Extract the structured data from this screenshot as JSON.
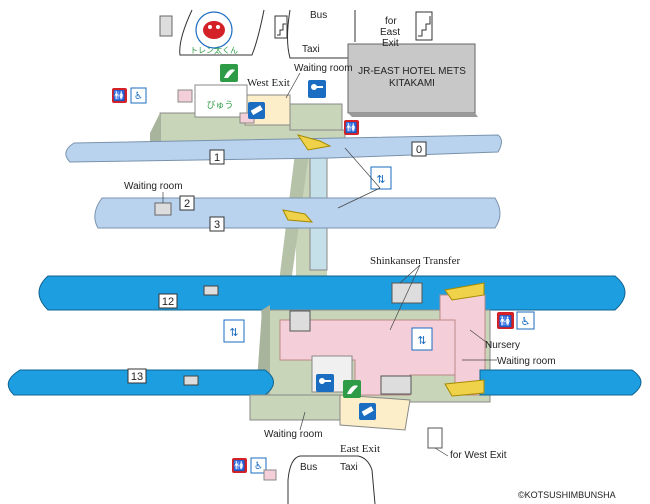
{
  "labels": {
    "bus_top": "Bus",
    "taxi_top": "Taxi",
    "for_east_exit": [
      "for",
      "East",
      "Exit"
    ],
    "hotel": [
      "JR-EAST HOTEL METS",
      "KITAKAMI"
    ],
    "waiting_room_top": "Waiting room",
    "west_exit": "West Exit",
    "waiting_room_left": "Waiting room",
    "shinkansen_transfer": "Shinkansen Transfer",
    "nursery": "Nursery",
    "waiting_room_right": "Waiting room",
    "waiting_room_bottom": "Waiting room",
    "east_exit": "East Exit",
    "for_west_exit": "for West Exit",
    "bus_bottom": "Bus",
    "taxi_bottom": "Taxi",
    "copyright": "©KOTSUSHIMBUNSHA",
    "mascot": "トレン太くん",
    "viewplaza": "びゅう"
  },
  "platforms": {
    "p0": "0",
    "p1": "1",
    "p2": "2",
    "p3": "3",
    "p12": "12",
    "p13": "13"
  },
  "colors": {
    "conventional_platform": "#b9d3ee",
    "shinkansen_platform": "#1d9ee0",
    "concourse": "#c8d5b9",
    "paid_area": "#f4cfd9",
    "escalator": "#f0d24a",
    "icon_blue": "#1a6dc0",
    "toilet_red": "#d42027",
    "green_window": "#2e9b46"
  },
  "icons": [
    "toilet-icon",
    "accessible-toilet-icon",
    "coin-locker-icon",
    "ticket-machine-icon",
    "green-window-icon",
    "elevator-icon",
    "escalator-icon",
    "stairs-icon",
    "bus-icon",
    "taxi-icon"
  ]
}
